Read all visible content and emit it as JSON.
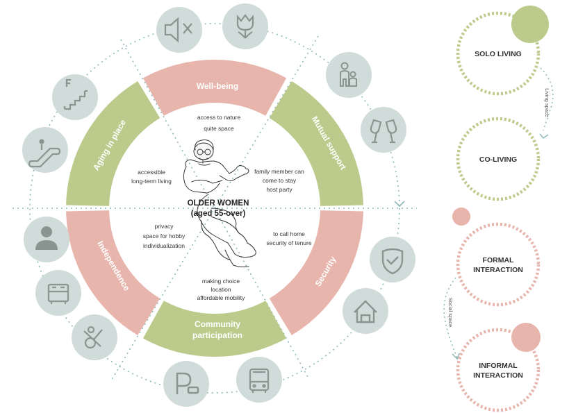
{
  "center": {
    "title_line1": "OLDER WOMEN",
    "title_line2": "(aged 55-over)"
  },
  "segments": [
    {
      "id": "wellbeing",
      "label": "Well-being",
      "color": "#e8b5ad"
    },
    {
      "id": "mutual",
      "label": "Mutual support",
      "color": "#bccb8b"
    },
    {
      "id": "security",
      "label": "Security",
      "color": "#e8b5ad"
    },
    {
      "id": "community",
      "label_line1": "Community",
      "label_line2": "participation",
      "color": "#bccb8b"
    },
    {
      "id": "independence",
      "label": "Independence",
      "color": "#e8b5ad"
    },
    {
      "id": "aging",
      "label": "Aging in place",
      "color": "#bccb8b"
    }
  ],
  "inner_texts": {
    "wellbeing": [
      "access to nature",
      "quite space"
    ],
    "mutual": [
      "family member can",
      "come to stay",
      "host party"
    ],
    "security": [
      "to call home",
      "security of tenure"
    ],
    "community": [
      "making choice",
      "location",
      "affordable mobility"
    ],
    "independence": [
      "privacy",
      "space for hobby",
      "individualization"
    ],
    "aging": [
      "accessible",
      "long-term living"
    ]
  },
  "icons": [
    {
      "name": "mute-icon"
    },
    {
      "name": "tulip-icon"
    },
    {
      "name": "family-icon"
    },
    {
      "name": "cheers-icon"
    },
    {
      "name": "shield-check-icon"
    },
    {
      "name": "home-icon"
    },
    {
      "name": "bus-icon"
    },
    {
      "name": "parking-icon"
    },
    {
      "name": "guitar-icon"
    },
    {
      "name": "bed-icon"
    },
    {
      "name": "person-icon"
    },
    {
      "name": "escalator-icon"
    },
    {
      "name": "stairs-icon"
    }
  ],
  "right_panel": {
    "solo_living": "SOLO LIVING",
    "co_living": "CO-LIVING",
    "living_space": "Living space",
    "formal_line1": "FORMAL",
    "formal_line2": "INTERACTION",
    "informal_line1": "INFORMAL",
    "informal_line2": "INTERACTION",
    "social_space": "Social space"
  },
  "colors": {
    "pink": "#e8b5ad",
    "green": "#bccb8b",
    "icon_circle": "#cfdcda",
    "dotted_line": "#8fb7b7",
    "icon_glyph": "#8a9491"
  }
}
